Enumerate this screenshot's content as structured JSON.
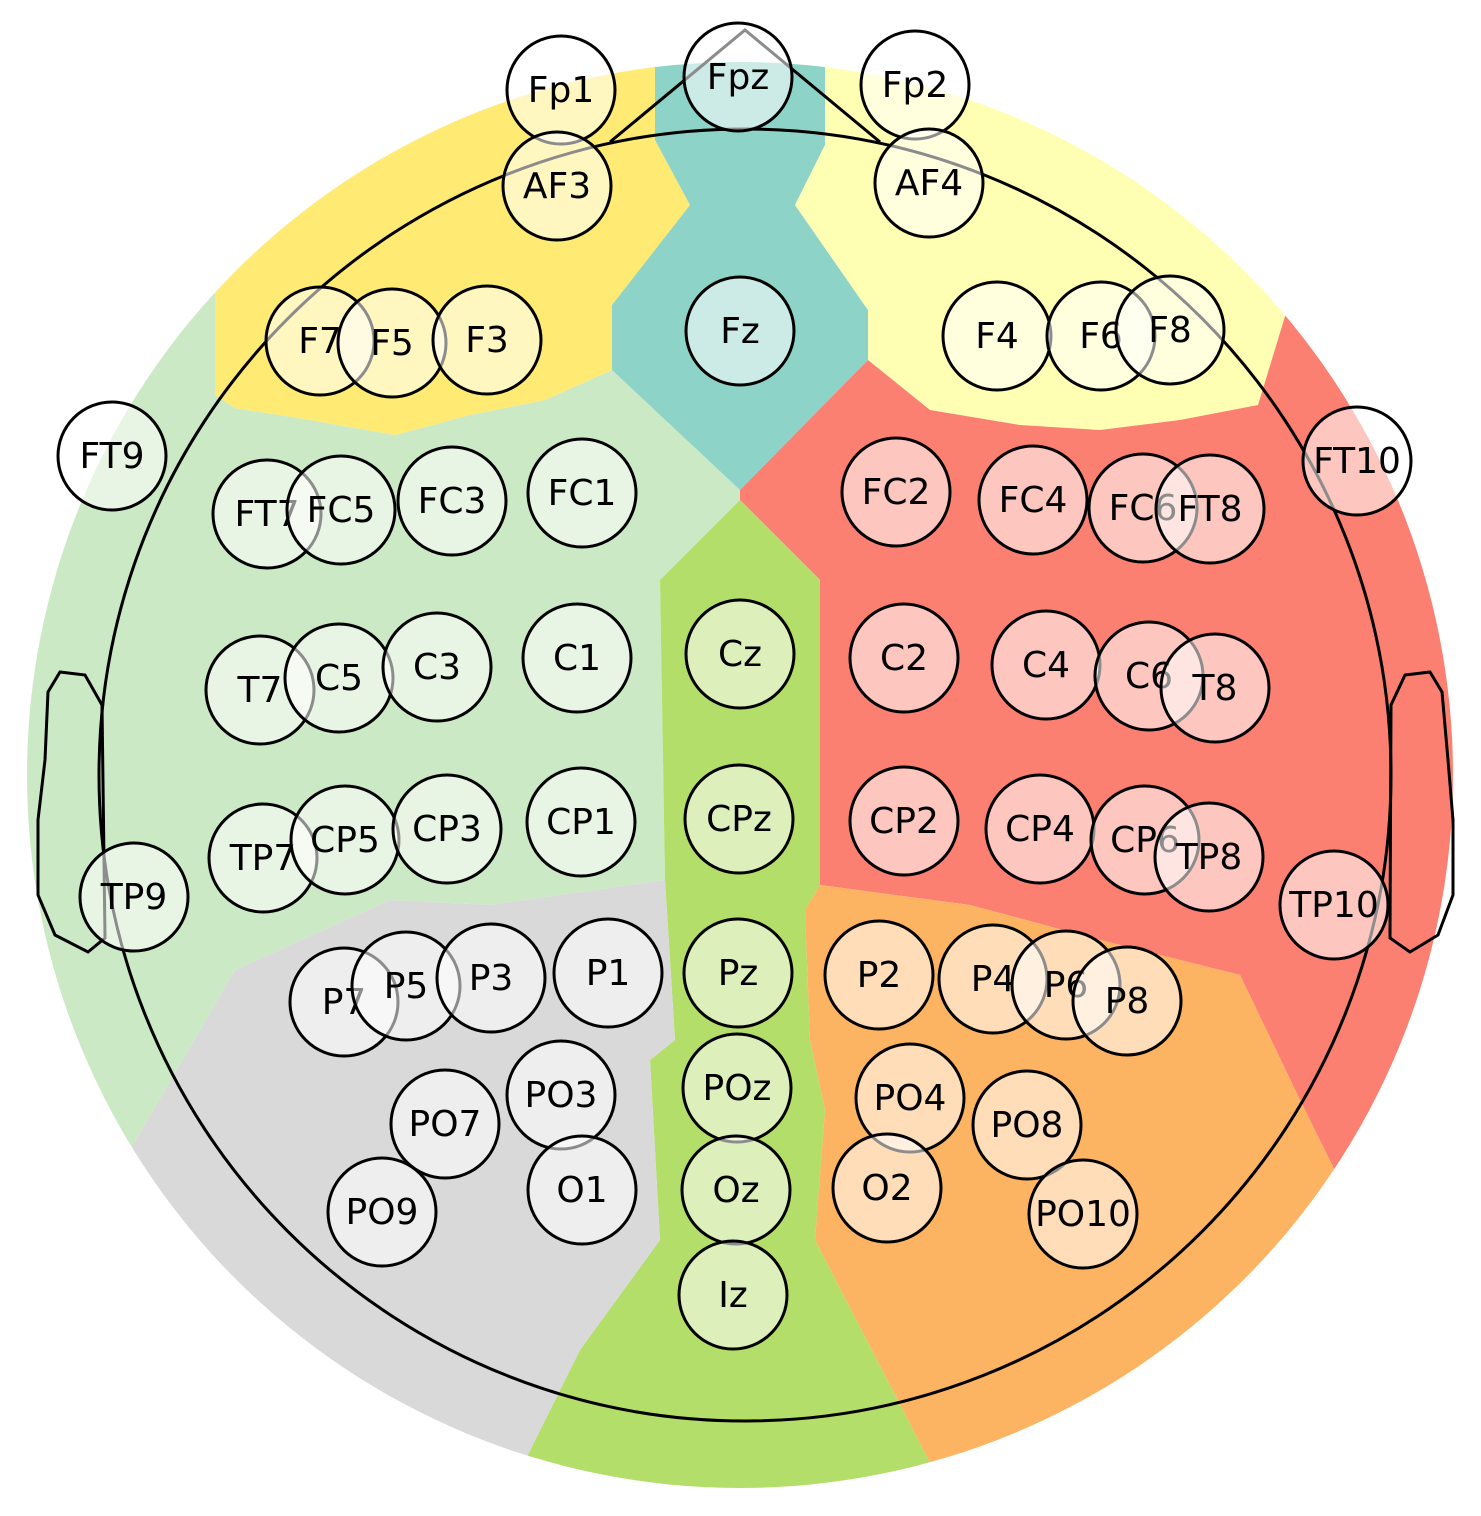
{
  "regions": [
    {
      "id": "frontal-left",
      "color": "#ffea73"
    },
    {
      "id": "frontal-right",
      "color": "#ffffb3"
    },
    {
      "id": "midline-frontal",
      "color": "#8ed3c7"
    },
    {
      "id": "central-left",
      "color": "#cce9c5"
    },
    {
      "id": "central-right",
      "color": "#fb8072"
    },
    {
      "id": "midline-central",
      "color": "#b3de69"
    },
    {
      "id": "parieto-occipital-left",
      "color": "#d9d9d9"
    },
    {
      "id": "parieto-occipital-right",
      "color": "#fdb462"
    }
  ],
  "electrodes": [
    {
      "label": "Fp1",
      "region": "frontal-left"
    },
    {
      "label": "Fpz",
      "region": "midline-frontal"
    },
    {
      "label": "Fp2",
      "region": "frontal-right"
    },
    {
      "label": "AF3",
      "region": "frontal-left"
    },
    {
      "label": "AF4",
      "region": "frontal-right"
    },
    {
      "label": "F7",
      "region": "frontal-left"
    },
    {
      "label": "F5",
      "region": "frontal-left"
    },
    {
      "label": "F3",
      "region": "frontal-left"
    },
    {
      "label": "Fz",
      "region": "midline-frontal"
    },
    {
      "label": "F4",
      "region": "frontal-right"
    },
    {
      "label": "F6",
      "region": "frontal-right"
    },
    {
      "label": "F8",
      "region": "frontal-right"
    },
    {
      "label": "FT9",
      "region": "central-left"
    },
    {
      "label": "FT10",
      "region": "central-right"
    },
    {
      "label": "FT7",
      "region": "central-left"
    },
    {
      "label": "FC5",
      "region": "central-left"
    },
    {
      "label": "FC3",
      "region": "central-left"
    },
    {
      "label": "FC1",
      "region": "central-left"
    },
    {
      "label": "FC2",
      "region": "central-right"
    },
    {
      "label": "FC4",
      "region": "central-right"
    },
    {
      "label": "FC6",
      "region": "central-right"
    },
    {
      "label": "FT8",
      "region": "central-right"
    },
    {
      "label": "T7",
      "region": "central-left"
    },
    {
      "label": "C5",
      "region": "central-left"
    },
    {
      "label": "C3",
      "region": "central-left"
    },
    {
      "label": "C1",
      "region": "central-left"
    },
    {
      "label": "Cz",
      "region": "midline-central"
    },
    {
      "label": "C2",
      "region": "central-right"
    },
    {
      "label": "C4",
      "region": "central-right"
    },
    {
      "label": "C6",
      "region": "central-right"
    },
    {
      "label": "T8",
      "region": "central-right"
    },
    {
      "label": "TP7",
      "region": "central-left"
    },
    {
      "label": "CP5",
      "region": "central-left"
    },
    {
      "label": "CP3",
      "region": "central-left"
    },
    {
      "label": "CP1",
      "region": "central-left"
    },
    {
      "label": "CPz",
      "region": "midline-central"
    },
    {
      "label": "CP2",
      "region": "central-right"
    },
    {
      "label": "CP4",
      "region": "central-right"
    },
    {
      "label": "CP6",
      "region": "central-right"
    },
    {
      "label": "TP8",
      "region": "central-right"
    },
    {
      "label": "TP9",
      "region": "central-left"
    },
    {
      "label": "TP10",
      "region": "central-right"
    },
    {
      "label": "P7",
      "region": "parieto-occipital-left"
    },
    {
      "label": "P5",
      "region": "parieto-occipital-left"
    },
    {
      "label": "P3",
      "region": "parieto-occipital-left"
    },
    {
      "label": "P1",
      "region": "parieto-occipital-left"
    },
    {
      "label": "Pz",
      "region": "midline-central"
    },
    {
      "label": "P2",
      "region": "parieto-occipital-right"
    },
    {
      "label": "P4",
      "region": "parieto-occipital-right"
    },
    {
      "label": "P6",
      "region": "parieto-occipital-right"
    },
    {
      "label": "P8",
      "region": "parieto-occipital-right"
    },
    {
      "label": "PO7",
      "region": "parieto-occipital-left"
    },
    {
      "label": "PO3",
      "region": "parieto-occipital-left"
    },
    {
      "label": "POz",
      "region": "midline-central"
    },
    {
      "label": "PO4",
      "region": "parieto-occipital-right"
    },
    {
      "label": "PO8",
      "region": "parieto-occipital-right"
    },
    {
      "label": "PO9",
      "region": "parieto-occipital-left"
    },
    {
      "label": "O1",
      "region": "parieto-occipital-left"
    },
    {
      "label": "Oz",
      "region": "midline-central"
    },
    {
      "label": "O2",
      "region": "parieto-occipital-right"
    },
    {
      "label": "PO10",
      "region": "parieto-occipital-right"
    },
    {
      "label": "Iz",
      "region": "midline-central"
    }
  ]
}
